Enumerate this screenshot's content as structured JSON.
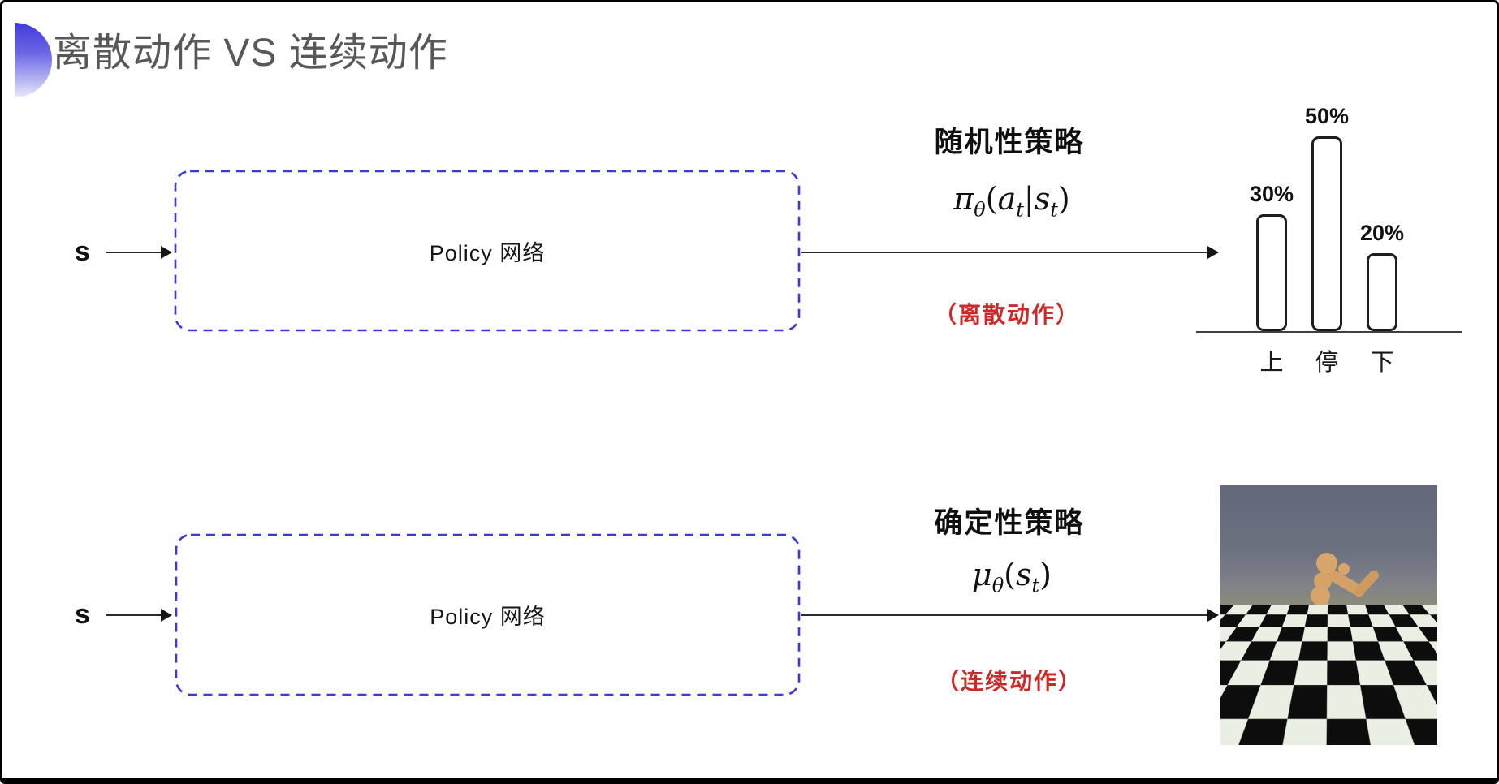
{
  "slide": {
    "title": "离散动作 VS 连续动作"
  },
  "rows": [
    {
      "input_label": "s",
      "box_label": "Policy 网络",
      "policy_type": "随机性策略",
      "formula": {
        "pi": "π",
        "theta": "θ",
        "open": "(",
        "a": "a",
        "sub_t1": "t",
        "bar": "|",
        "s": "s",
        "sub_t2": "t",
        "close": ")"
      },
      "note": "（离散动作）"
    },
    {
      "input_label": "s",
      "box_label": "Policy 网络",
      "policy_type": "确定性策略",
      "formula": {
        "mu": "μ",
        "theta": "θ",
        "open": "(",
        "s": "s",
        "sub_t": "t",
        "close": ")"
      },
      "note": "（连续动作）"
    }
  ],
  "chart_data": {
    "type": "bar",
    "categories": [
      "上",
      "停",
      "下"
    ],
    "values": [
      30,
      50,
      20
    ],
    "value_labels": [
      "30%",
      "50%",
      "20%"
    ],
    "ylim": [
      0,
      60
    ],
    "grid": false,
    "legend": false,
    "notes": "hand-drawn style: white outlined rounded bars on a single axis line, percentage labels above bars, category labels below"
  },
  "colors": {
    "accent_blue": "#403bd9",
    "box_dash_blue": "#3a3ad6",
    "note_red": "#cc2a29",
    "title_gray": "#58585a",
    "arrow_black": "#222222"
  }
}
